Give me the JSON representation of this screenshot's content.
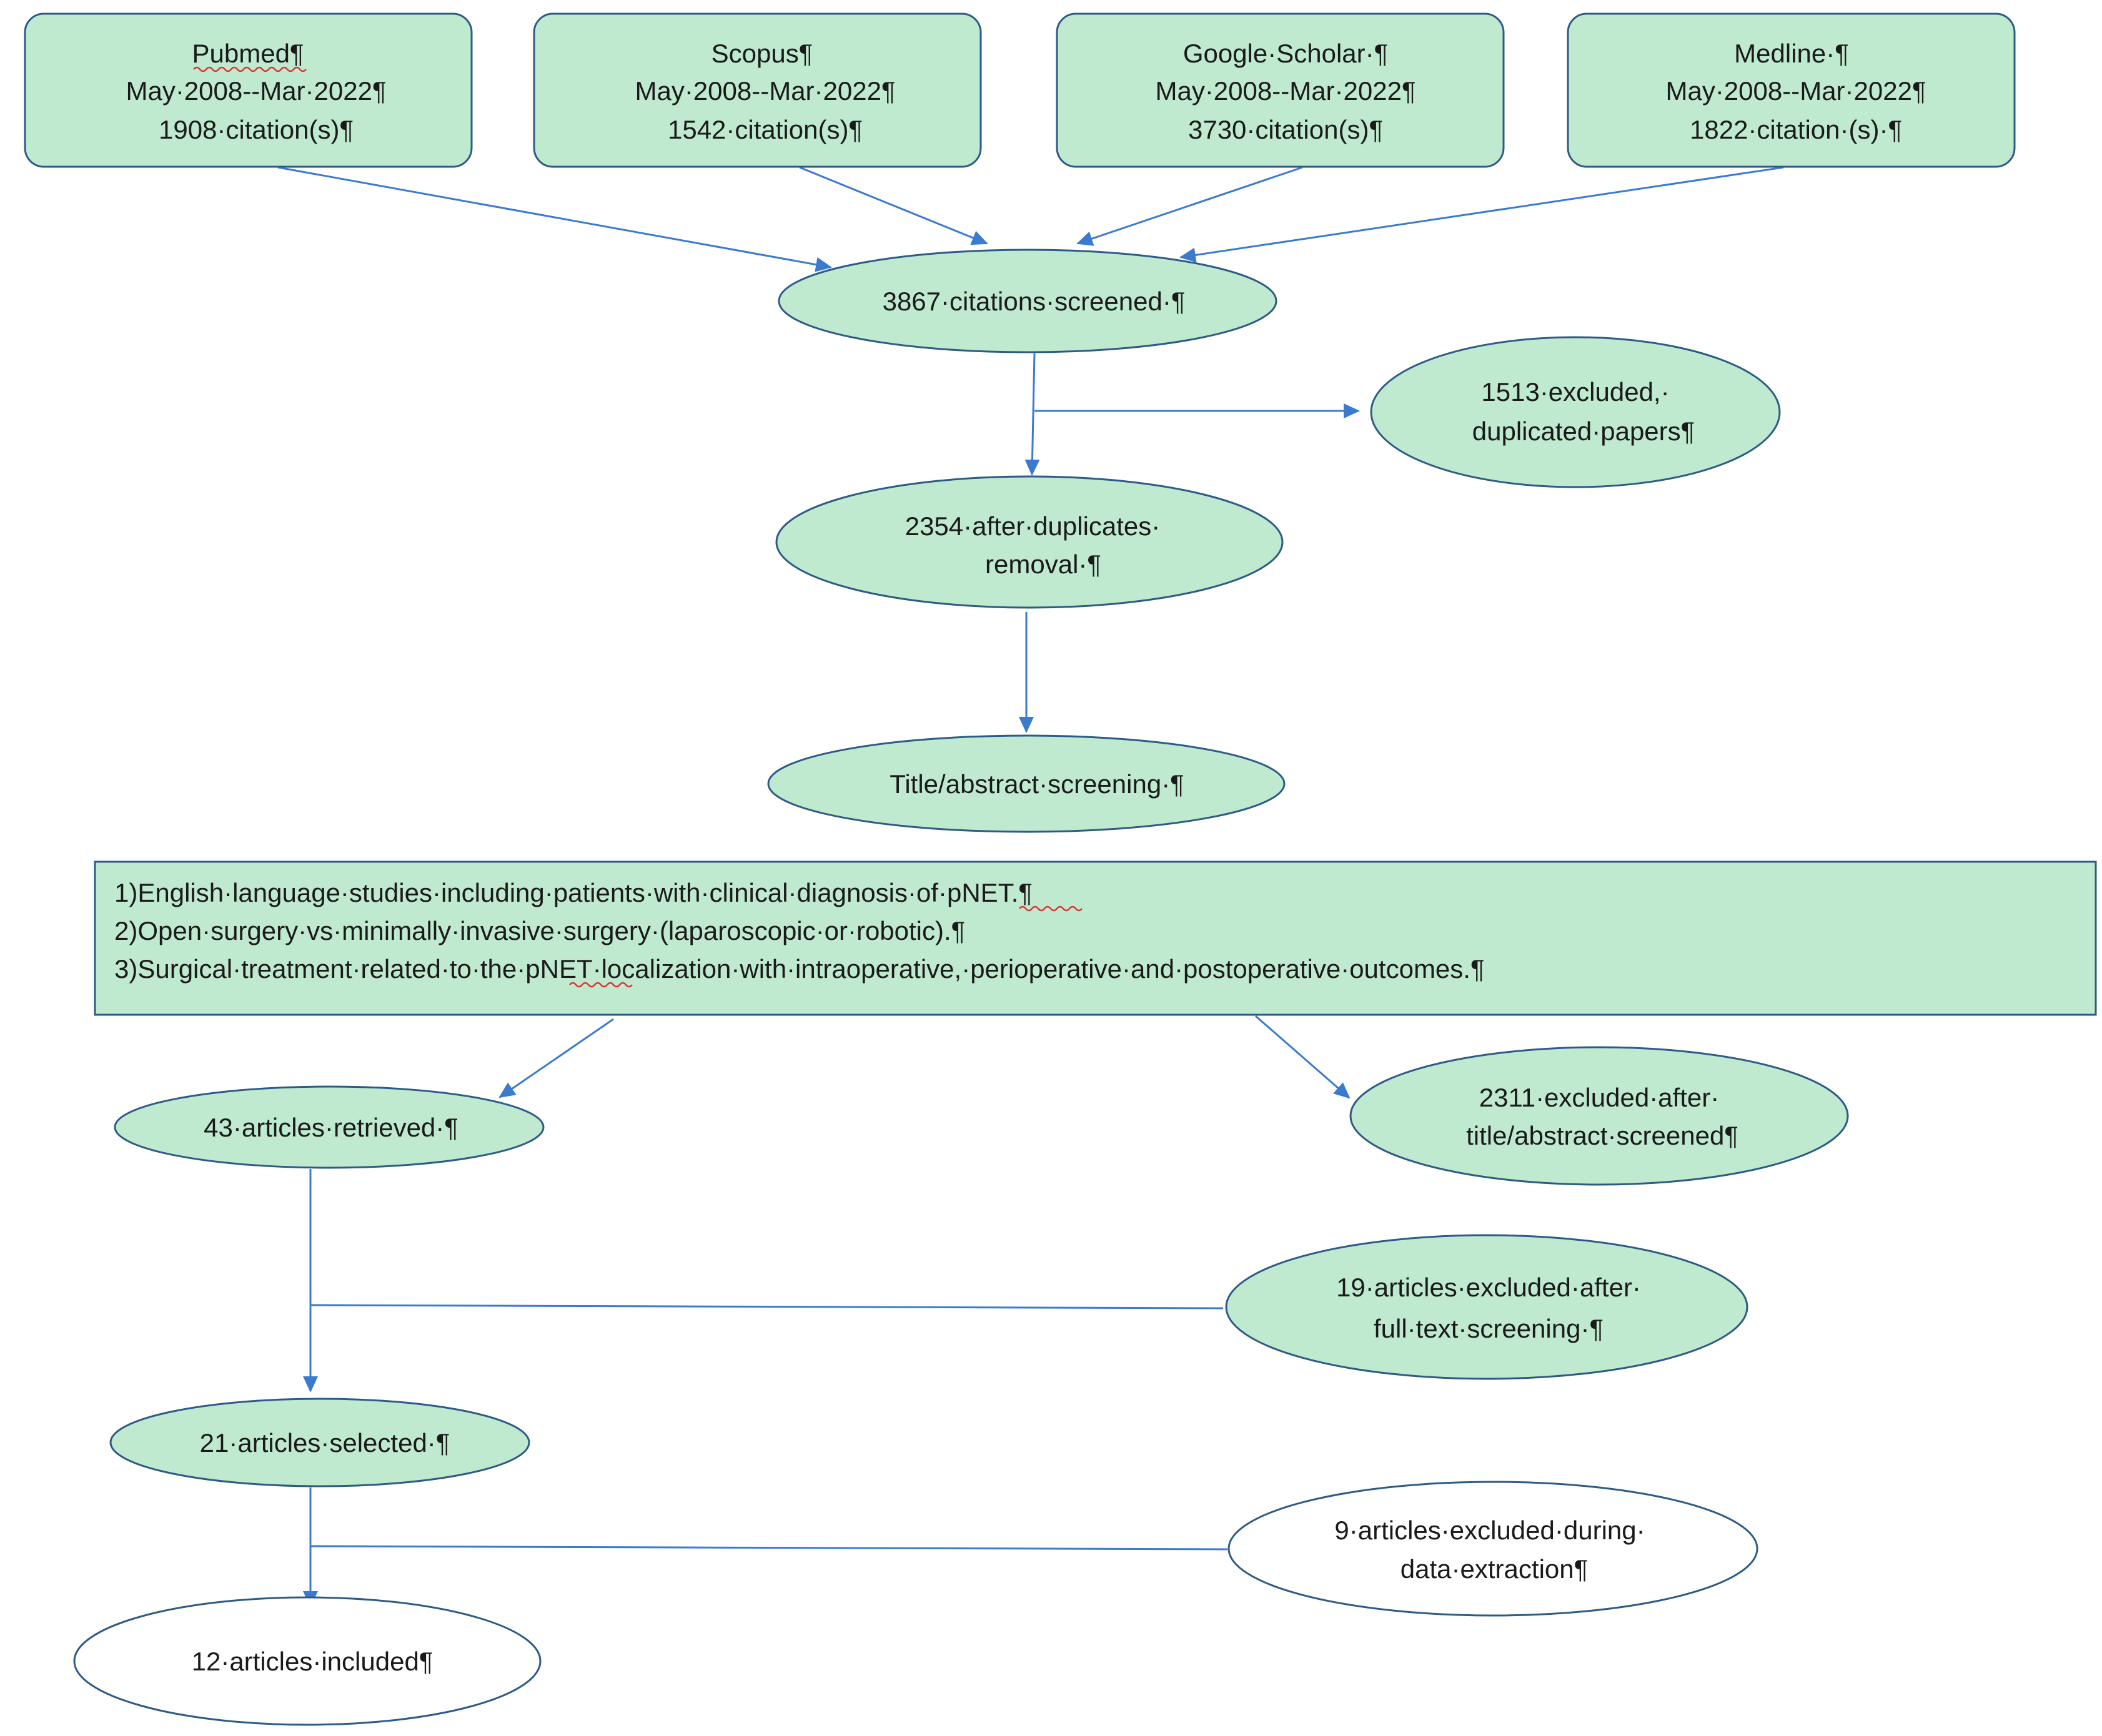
{
  "colors": {
    "node_fill": "#bfead0",
    "node_stroke": "#2e5b86",
    "plain_fill": "#ffffff",
    "arrow": "#3a7bcf",
    "spellcheck": "#e03030"
  },
  "sources": [
    {
      "name": "Pubmed¶",
      "range": "May·2008--Mar·2022¶",
      "count": "1908·citation(s)¶"
    },
    {
      "name": "Scopus¶",
      "range": "May·2008--Mar·2022¶",
      "count": "1542·citation(s)¶"
    },
    {
      "name": "Google·Scholar·¶",
      "range": "May·2008--Mar·2022¶",
      "count": "3730·citation(s)¶"
    },
    {
      "name": "Medline·¶",
      "range": "May·2008--Mar·2022¶",
      "count": "1822·citation·(s)·¶"
    }
  ],
  "nodes": {
    "screened": "3867·citations·screened·¶",
    "duplicates_excluded": [
      "1513·excluded,·",
      "duplicated·papers¶"
    ],
    "after_dedup": [
      "2354·after·duplicates·",
      "removal·¶"
    ],
    "title_screening": "Title/abstract·screening·¶",
    "criteria": [
      "1)English·language·studies·including·patients·with·clinical·diagnosis·of·pNET.¶",
      "2)Open·surgery·vs·minimally·invasive·surgery·(laparoscopic·or·robotic).¶",
      "3)Surgical·treatment·related·to·the·pNET·localization·with·intraoperative,·perioperative·and·postoperative·outcomes.¶"
    ],
    "retrieved": "43·articles·retrieved·¶",
    "title_excluded": [
      "2311·excluded·after·",
      "title/abstract·screened¶"
    ],
    "fulltext_excluded": [
      "19·articles·excluded·after·",
      "full·text·screening·¶"
    ],
    "selected": "21·articles·selected·¶",
    "extraction_excluded": [
      "9·articles·excluded·during·",
      "data·extraction¶"
    ],
    "included": "12·articles·included¶"
  }
}
